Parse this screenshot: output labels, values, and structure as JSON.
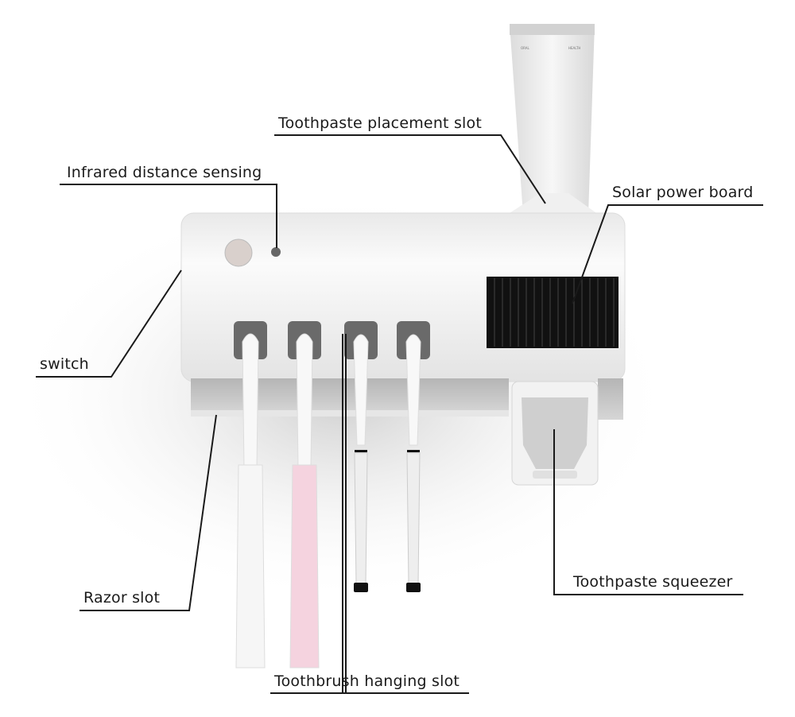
{
  "labels": {
    "toothpaste_slot": "Toothpaste placement slot",
    "infrared": "Infrared distance sensing",
    "solar": "Solar power board",
    "switch": "switch",
    "razor": "Razor slot",
    "hanging": "Toothbrush hanging slot",
    "squeezer": "Toothpaste squeezer"
  },
  "tube_print": {
    "left": "ORAL",
    "right": "HEALTH"
  },
  "colors": {
    "body": "#f4f4f4",
    "slot": "#6a6a6a",
    "solar": "#111111",
    "pink_brush": "#f5d3df",
    "line": "#1a1a1a"
  }
}
